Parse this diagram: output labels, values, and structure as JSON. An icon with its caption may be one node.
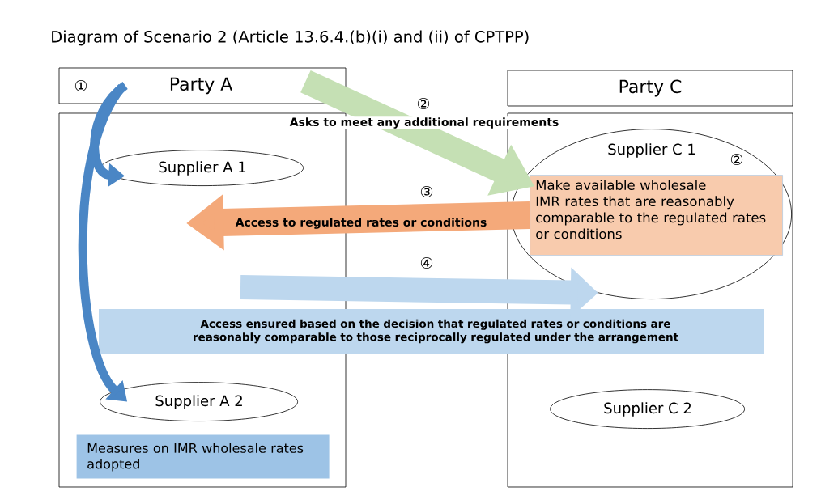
{
  "diagram": {
    "title": "Diagram of Scenario 2 (Article 13.6.4.(b)(i) and (ii) of CPTPP)",
    "nodes": [
      {
        "text": [
          "①",
          "Party A"
        ]
      },
      {
        "text": [],
        "shape": "box"
      },
      {
        "text": [
          "Supplier A 1"
        ],
        "in": 1
      },
      {
        "text": [
          "Supplier A 2"
        ],
        "in": 1
      },
      {
        "text": [
          "Measures on IMR wholesale rates adopted"
        ],
        "in": 1
      },
      {
        "text": [
          "Party C"
        ]
      },
      {
        "text": [],
        "shape": "box"
      },
      {
        "text": [
          "Supplier C 1"
        ],
        "in": 6
      },
      {
        "text": [
          "Make available wholesale IMR rates that are reasonably comparable to the regulated rates or conditions"
        ],
        "in": 7
      },
      {
        "text": [
          "Supplier C 2"
        ],
        "in": 6
      },
      {
        "text": [
          "Access ensured based on the decision that regulated rates or conditions are reasonably comparable to those reciprocally regulated under the arrangement"
        ]
      }
    ],
    "edges": [
      {
        "from": 0,
        "to": 2,
        "arrow": "to",
        "color": "#4a86c5"
      },
      {
        "from": 0,
        "to": 3,
        "arrow": "to",
        "color": "#4a86c5"
      },
      {
        "from": 0,
        "to": 8,
        "arrow": "to",
        "label": "Asks to meet any additional requirements",
        "color": "#c5e0b4"
      },
      {
        "from": 8,
        "to": null,
        "arrow": "to",
        "label": "Access to regulated rates or conditions",
        "color": "#f4a97a"
      },
      {
        "from": null,
        "to": 7,
        "arrow": "to",
        "color": "#bdd7ee"
      }
    ],
    "labels": [
      "②",
      "③",
      "④",
      "②"
    ]
  }
}
